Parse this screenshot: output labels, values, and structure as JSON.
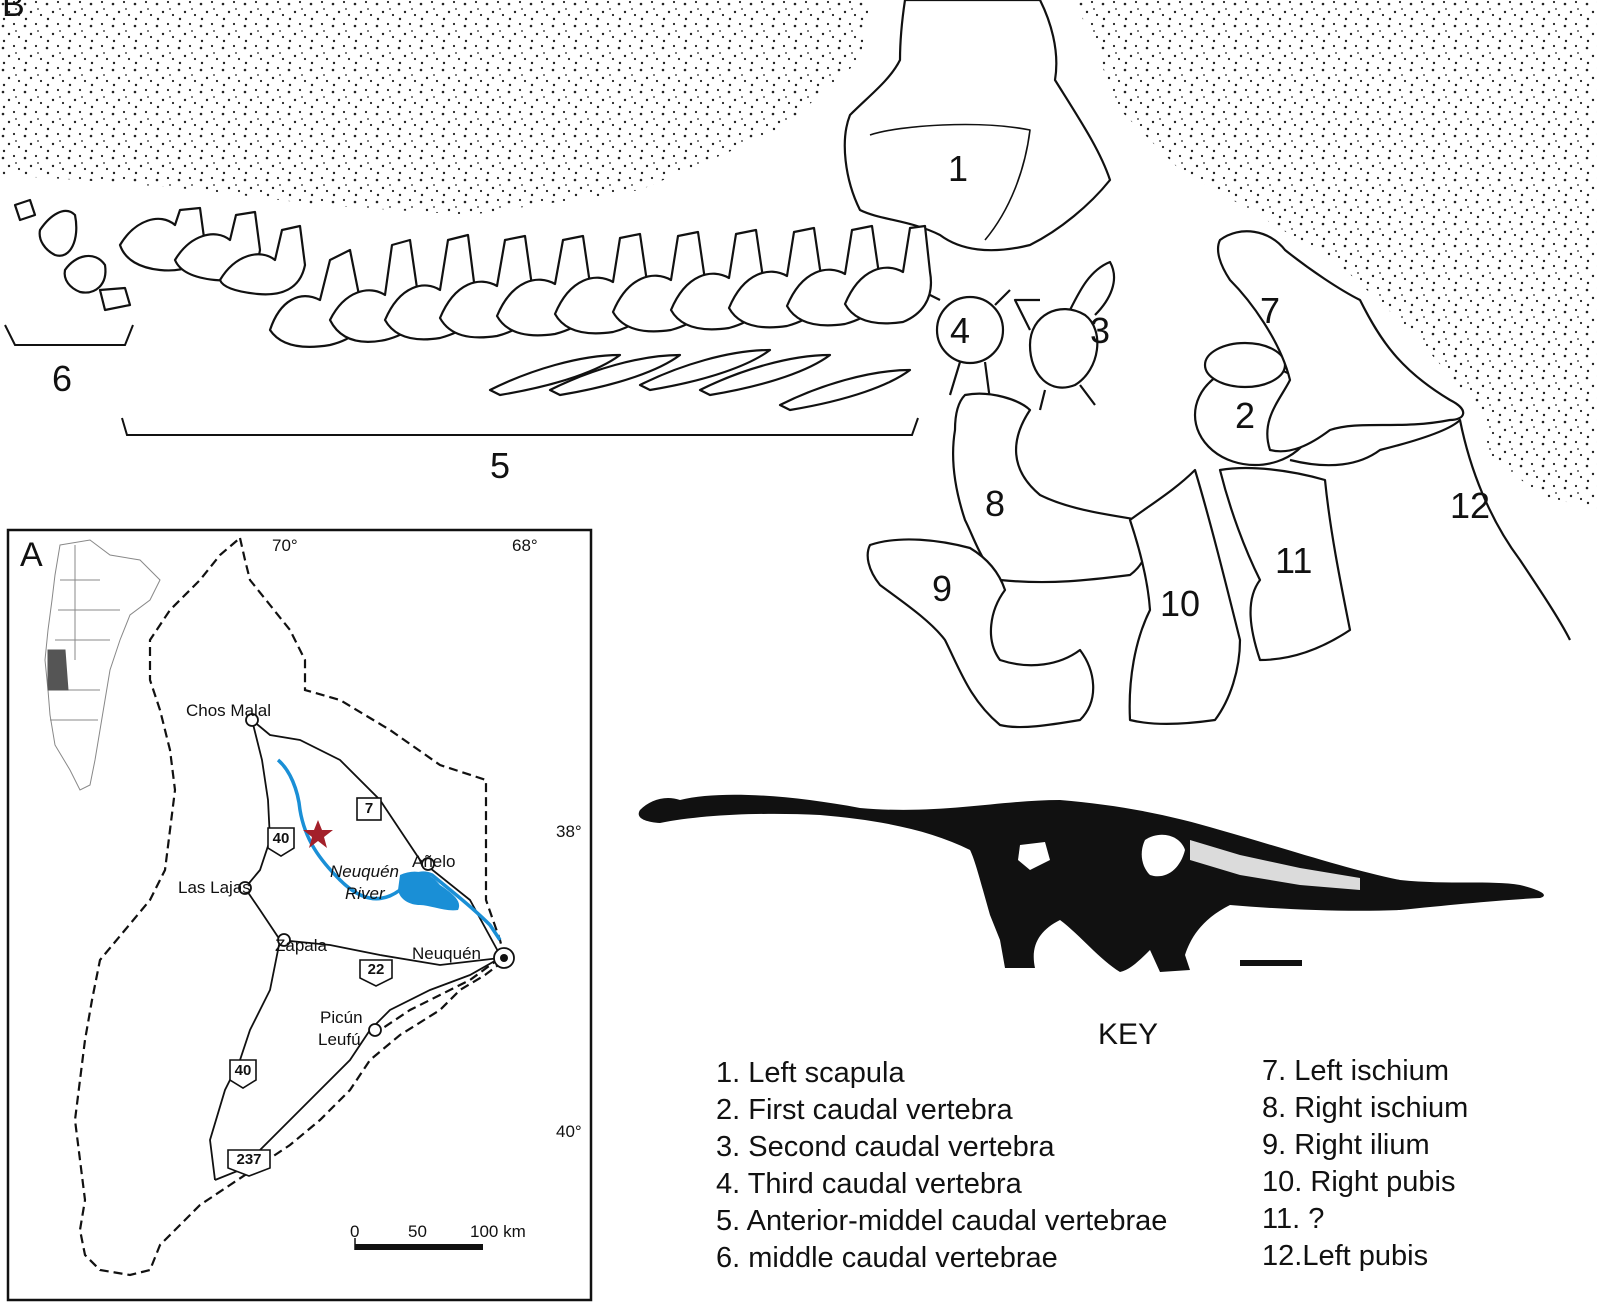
{
  "panels": {
    "b_label": "B",
    "a_label": "A"
  },
  "skeleton_part_numbers": [
    "1",
    "2",
    "3",
    "4",
    "5",
    "6",
    "7",
    "8",
    "9",
    "10",
    "11",
    "12"
  ],
  "map": {
    "lon_labels": [
      "70°",
      "68°"
    ],
    "lat_labels": [
      "38°",
      "40°"
    ],
    "places": [
      "Chos Malal",
      "Añelo",
      "Las Lajas",
      "Zapala",
      "Neuquén",
      "Picún",
      "Leufú"
    ],
    "river_label": [
      "Neuquén",
      "River"
    ],
    "routes": [
      "7",
      "40",
      "22",
      "40",
      "237"
    ],
    "scale_labels": [
      "0",
      "50",
      "100 km"
    ],
    "colors": {
      "river": "#1a8fd6",
      "reservoir": "#1a8fd6",
      "site_star": "#a3202a",
      "inset_province": "#555555"
    },
    "site_marker_icon": "star-icon"
  },
  "key": {
    "title": "KEY",
    "left_items": [
      "1. Left scapula",
      "2. First caudal vertebra",
      "3. Second caudal vertebra",
      "4. Third caudal vertebra",
      "5. Anterior-middel caudal vertebrae",
      "6. middle caudal vertebrae"
    ],
    "right_items": [
      "7. Left ischium",
      "8. Right ischium",
      "9. Right ilium",
      "10. Right pubis",
      "11. ?",
      "12.Left pubis"
    ]
  }
}
